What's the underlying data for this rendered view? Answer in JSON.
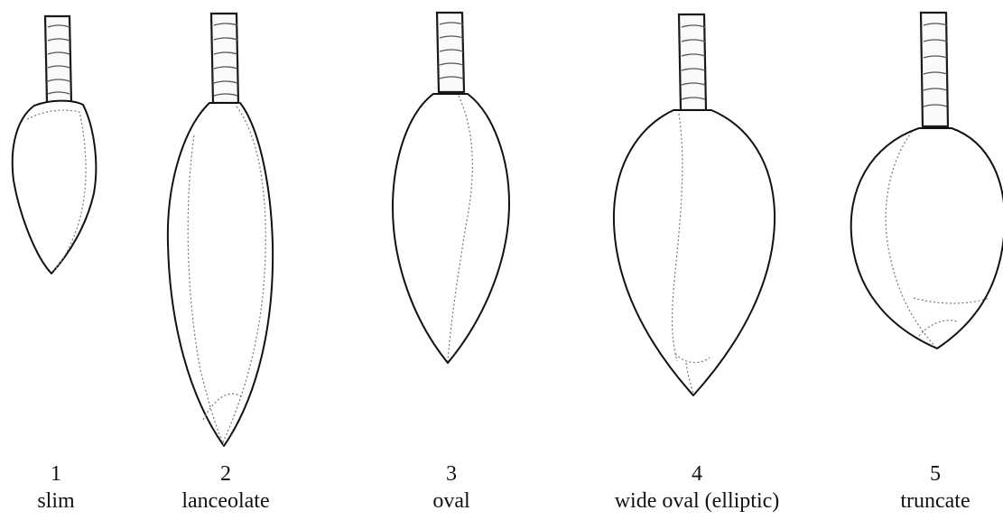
{
  "shapes": [
    {
      "number": "1",
      "name": "slim"
    },
    {
      "number": "2",
      "name": "lanceolate"
    },
    {
      "number": "3",
      "name": "oval"
    },
    {
      "number": "4",
      "name": "wide oval (elliptic)"
    },
    {
      "number": "5",
      "name": "truncate"
    }
  ],
  "colors": {
    "line": "#111111",
    "background": "#ffffff"
  }
}
